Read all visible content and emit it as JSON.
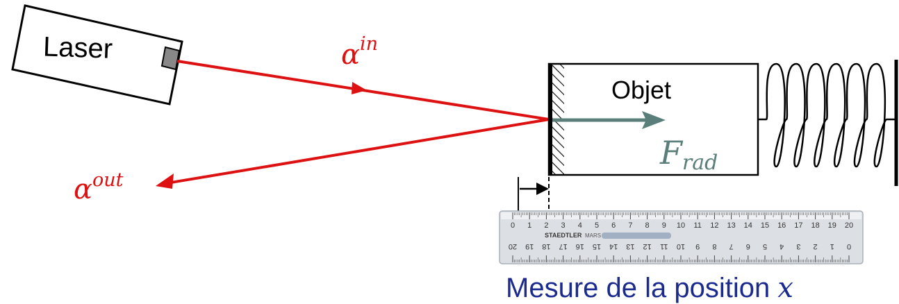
{
  "laser": {
    "label": "Laser"
  },
  "beams": {
    "incoming": {
      "symbol": "α",
      "superscript": "in"
    },
    "outgoing": {
      "symbol": "α",
      "superscript": "out"
    },
    "color": "#dd1111"
  },
  "object": {
    "label": "Objet"
  },
  "force": {
    "symbol": "F",
    "subscript": "rad",
    "color": "#5a7f7a"
  },
  "ruler": {
    "top_ticks": [
      "0",
      "1",
      "2",
      "3",
      "4",
      "5",
      "6",
      "7",
      "8",
      "9",
      "10",
      "11",
      "12",
      "13",
      "14",
      "15",
      "16",
      "17",
      "18",
      "19",
      "20"
    ],
    "bottom_ticks": [
      "20",
      "19",
      "18",
      "17",
      "16",
      "15",
      "14",
      "13",
      "12",
      "11",
      "10",
      "9",
      "8",
      "7",
      "6",
      "5",
      "4",
      "3",
      "2",
      "1",
      "0"
    ],
    "brand": "STAEDTLER",
    "model": "MARS"
  },
  "caption": {
    "text": "Mesure de la position ",
    "variable": "x",
    "color": "#1b2a8f"
  }
}
